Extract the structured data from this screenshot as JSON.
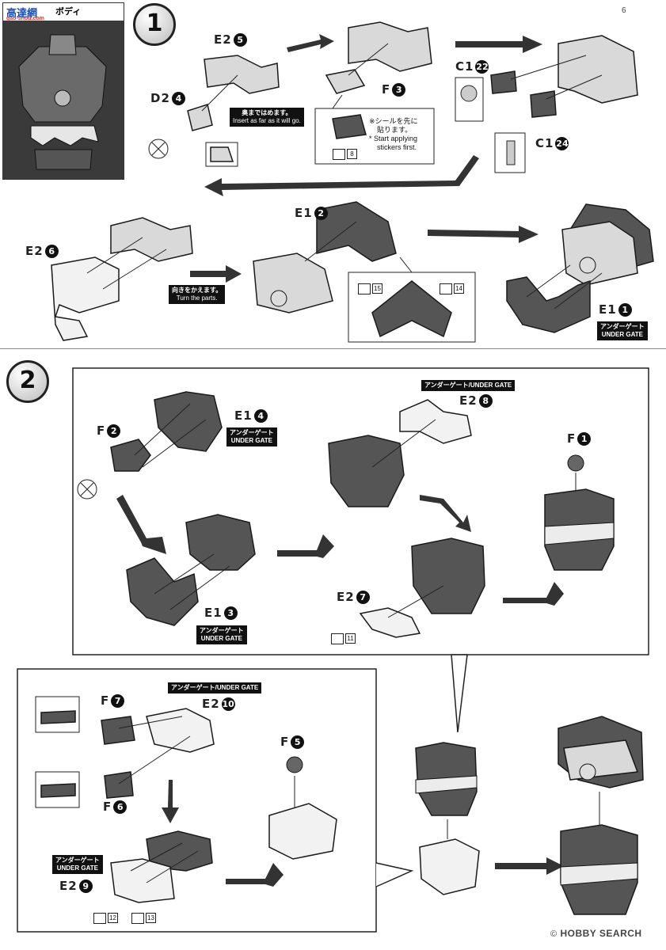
{
  "thumbnail": {
    "brand": "高達網",
    "brand_sub": "gao-shou.com",
    "title": "ボディ"
  },
  "page_number": "6",
  "step1": {
    "number": "1",
    "labels": {
      "e2_5": "E2",
      "e2_5_n": "5",
      "d2_4": "D2",
      "d2_4_n": "4",
      "f_3": "F",
      "f_3_n": "3",
      "c1_22": "C1",
      "c1_22_n": "22",
      "c1_24": "C1",
      "c1_24_n": "24",
      "e2_6": "E2",
      "e2_6_n": "6",
      "e1_2": "E1",
      "e1_2_n": "2",
      "e1_1": "E1",
      "e1_1_n": "1"
    },
    "insert_note_jp": "奥まではめます。",
    "insert_note_en": "Insert as far as it will go.",
    "sticker_note_jp1": "※シールを先に",
    "sticker_note_jp2": "貼ります。",
    "sticker_note_en1": "* Start applying",
    "sticker_note_en2": "stickers first.",
    "turn_note_jp": "向きをかえます。",
    "turn_note_en": "Turn the parts.",
    "sticker_8": "8",
    "sticker_15": "15",
    "sticker_14": "14",
    "under_gate_jp": "アンダーゲート",
    "under_gate_en": "UNDER GATE"
  },
  "step2": {
    "number": "2",
    "labels": {
      "f_2": "F",
      "f_2_n": "2",
      "e1_4": "E1",
      "e1_4_n": "4",
      "e2_8": "E2",
      "e2_8_n": "8",
      "f_1": "F",
      "f_1_n": "1",
      "e1_3": "E1",
      "e1_3_n": "3",
      "e2_7": "E2",
      "e2_7_n": "7",
      "f_7": "F",
      "f_7_n": "7",
      "e2_10": "E2",
      "e2_10_n": "10",
      "f_6": "F",
      "f_6_n": "6",
      "f_5": "F",
      "f_5_n": "5",
      "e2_9": "E2",
      "e2_9_n": "9"
    },
    "under_gate_jp": "アンダーゲート",
    "under_gate_en": "UNDER GATE",
    "under_gate_combined": "アンダーゲート/UNDER GATE",
    "sticker_11": "11",
    "sticker_12": "12",
    "sticker_13": "13"
  },
  "footer": {
    "copyright": "©",
    "brand": "HOBBY SEARCH"
  }
}
